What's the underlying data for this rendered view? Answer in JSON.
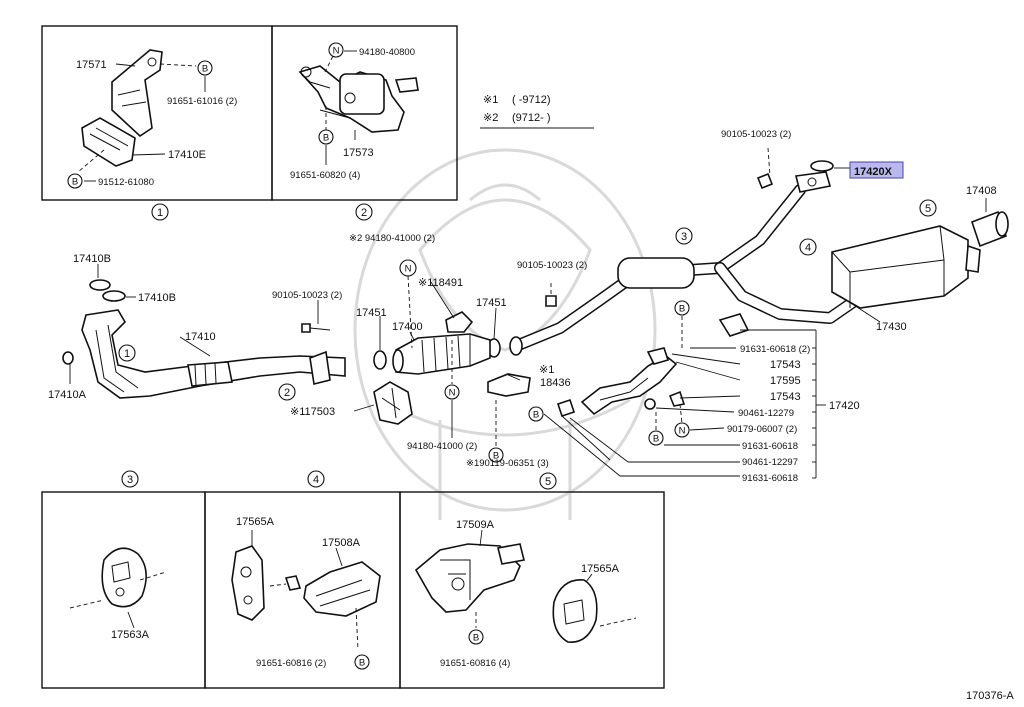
{
  "diagram_id": "170376-A",
  "highlighted_part": "17420X",
  "legend": {
    "rows": [
      {
        "mark": "※1",
        "text": "(     -9712)"
      },
      {
        "mark": "※2",
        "text": "(9712-     )"
      }
    ]
  },
  "circle_letters": {
    "b": "B",
    "n": "N"
  },
  "detail_numbers": [
    "1",
    "2",
    "3",
    "4",
    "5"
  ],
  "detail1": {
    "p17571": "17571",
    "p91651_61016": "91651-61016 (2)",
    "p17410E": "17410E",
    "p91512": "91512-61080"
  },
  "detail2": {
    "p94180_40800": "94180-40800",
    "p17573": "17573",
    "p91651_60820": "91651-60820 (4)"
  },
  "detail3": {
    "p17563A": "17563A"
  },
  "detail4": {
    "p17565A": "17565A",
    "p17508A": "17508A",
    "p91651_60816": "91651-60816 (2)"
  },
  "detail5": {
    "p17509A": "17509A",
    "p17565A": "17565A",
    "p91651_60816": "91651-60816 (4)"
  },
  "main": {
    "p17410B_1": "17410B",
    "p17410B_2": "17410B",
    "p17410": "17410",
    "p17410A": "17410A",
    "p90105_left": "90105-10023 (2)",
    "p117503": "※117503",
    "p94180_41000_top": "※2 94180-41000 (2)",
    "p118491": "※118491",
    "p17451_a": "17451",
    "p17400": "17400",
    "p17451_b": "17451",
    "p90105_mid": "90105-10023 (2)",
    "p94180_41000_bot": "94180-41000 (2)",
    "p190119": "※190119-06351 (3)",
    "p18436_mark": "※1",
    "p18436": "18436",
    "p90105_top": "90105-10023 (2)",
    "p17420X": "17420X",
    "p17408": "17408",
    "p17430": "17430",
    "p91631_60618_2": "91631-60618 (2)",
    "p17543_a": "17543",
    "p17595": "17595",
    "p17543_b": "17543",
    "p17420": "17420",
    "p90461_12279": "90461-12279",
    "p90179_06007": "90179-06007 (2)",
    "p91631_60618_a": "91631-60618",
    "p90461_12297": "90461-12297",
    "p91631_60618_b": "91631-60618"
  }
}
